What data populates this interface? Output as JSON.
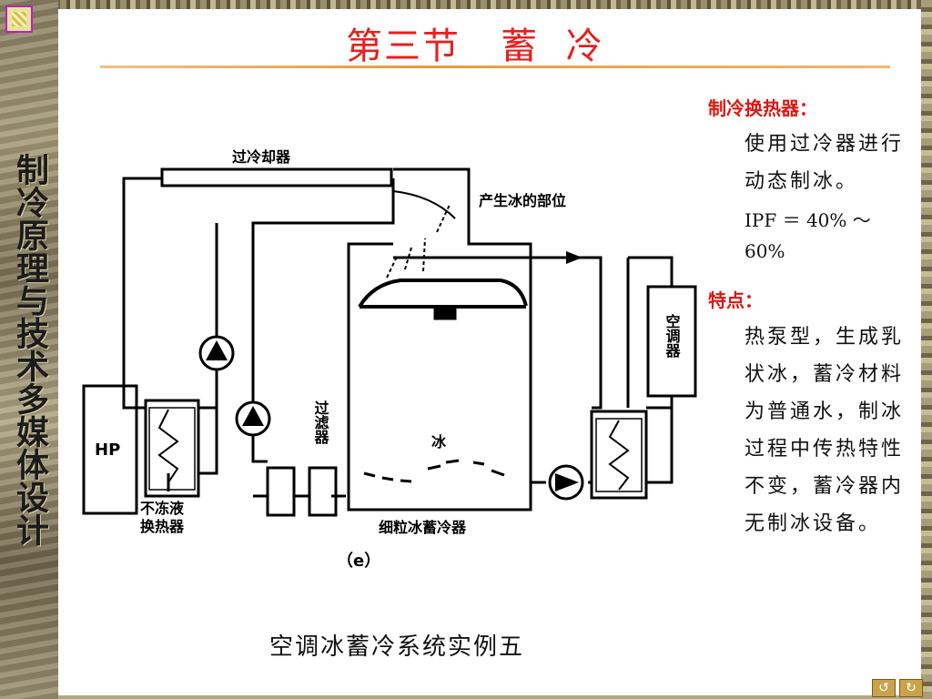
{
  "slide": {
    "title": "第三节   蓄  冷",
    "side_title": "制冷原理与技术多媒体设计"
  },
  "right_panel": {
    "section1_heading": "制冷换热器：",
    "section1_body": "使用过冷器进行动态制冰。",
    "formula_line1": "IPF  ＝  40%  ～",
    "formula_line2": "60%",
    "section2_heading": "特点：",
    "section2_body": "热泵型，生成乳状冰，蓄冷材料为普通水，制冰过程中传热特性不变，蓄冷器内无制冰设备。"
  },
  "diagram": {
    "label_subcooler": "过冷却器",
    "label_ice_zone": "产生冰的部位",
    "label_filter": "过滤器",
    "label_ice": "冰",
    "label_hp": "HP",
    "label_antifreeze_1": "不冻液",
    "label_antifreeze_2": "换热器",
    "label_storage": "细粒冰蓄冷器",
    "label_ac": "空调器",
    "label_fig": "（e）"
  },
  "caption": "空调冰蓄冷系统实例五",
  "nav": {
    "back_icon": "return-arrow-icon",
    "forward_icon": "next-arrow-icon"
  },
  "colors": {
    "title": "#e8201e",
    "heading": "#e1150f",
    "rule": "#e99a3c"
  }
}
